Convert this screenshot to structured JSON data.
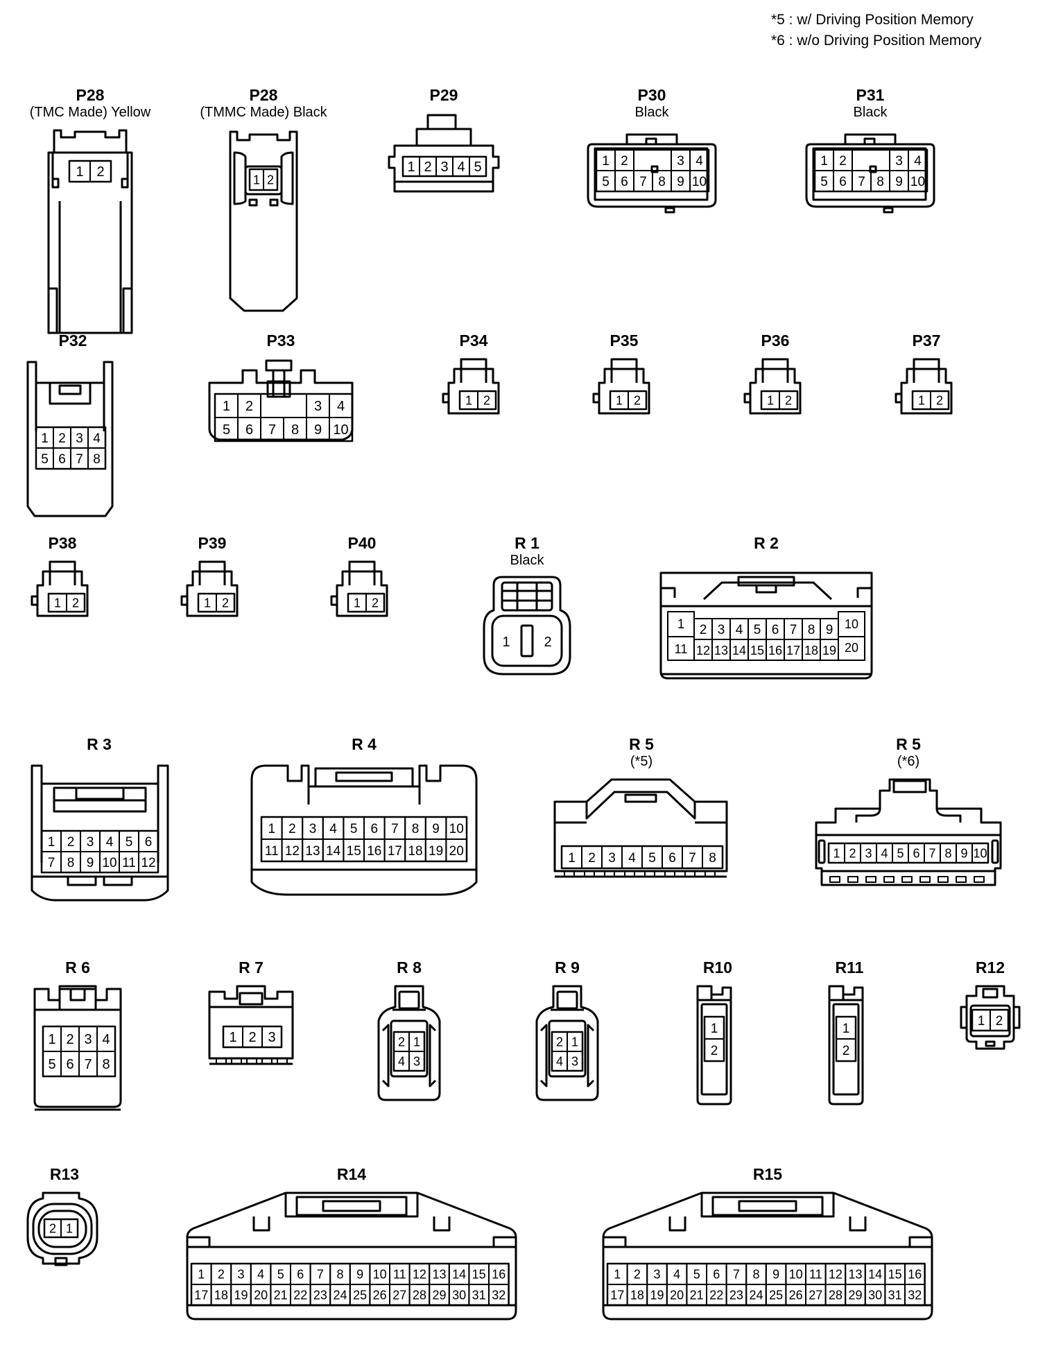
{
  "notes": [
    "*5 : w/ Driving Position Memory",
    "*6 : w/o Driving Position Memory"
  ],
  "connectors": [
    {
      "id": "P28",
      "sub": "(TMC Made)  Yellow",
      "rows": [
        [
          "1",
          "2"
        ]
      ]
    },
    {
      "id": "P28",
      "sub": "(TMMC Made)  Black",
      "rows": [
        [
          "1",
          "2"
        ]
      ]
    },
    {
      "id": "P29",
      "sub": "",
      "rows": [
        [
          "1",
          "2",
          "3",
          "4",
          "5"
        ]
      ]
    },
    {
      "id": "P30",
      "sub": "Black",
      "rows": [
        [
          "1",
          "2",
          "",
          "",
          "3",
          "4"
        ],
        [
          "5",
          "6",
          "7",
          "8",
          "9",
          "10"
        ]
      ]
    },
    {
      "id": "P31",
      "sub": "Black",
      "rows": [
        [
          "1",
          "2",
          "",
          "",
          "3",
          "4"
        ],
        [
          "5",
          "6",
          "7",
          "8",
          "9",
          "10"
        ]
      ]
    },
    {
      "id": "P32",
      "sub": "",
      "rows": [
        [
          "1",
          "2",
          "3",
          "4"
        ],
        [
          "5",
          "6",
          "7",
          "8"
        ]
      ]
    },
    {
      "id": "P33",
      "sub": "",
      "rows": [
        [
          "1",
          "2",
          "",
          "",
          "3",
          "4"
        ],
        [
          "5",
          "6",
          "7",
          "8",
          "9",
          "10"
        ]
      ]
    },
    {
      "id": "P34",
      "sub": "",
      "rows": [
        [
          "1",
          "2"
        ]
      ]
    },
    {
      "id": "P35",
      "sub": "",
      "rows": [
        [
          "1",
          "2"
        ]
      ]
    },
    {
      "id": "P36",
      "sub": "",
      "rows": [
        [
          "1",
          "2"
        ]
      ]
    },
    {
      "id": "P37",
      "sub": "",
      "rows": [
        [
          "1",
          "2"
        ]
      ]
    },
    {
      "id": "P38",
      "sub": "",
      "rows": [
        [
          "1",
          "2"
        ]
      ]
    },
    {
      "id": "P39",
      "sub": "",
      "rows": [
        [
          "1",
          "2"
        ]
      ]
    },
    {
      "id": "P40",
      "sub": "",
      "rows": [
        [
          "1",
          "2"
        ]
      ]
    },
    {
      "id": "R 1",
      "sub": "Black",
      "rows": [
        [
          "1",
          "2"
        ]
      ]
    },
    {
      "id": "R 2",
      "sub": "",
      "rows": [
        [
          "1",
          "2",
          "3",
          "4",
          "5",
          "6",
          "7",
          "8",
          "9",
          "10"
        ],
        [
          "11",
          "12",
          "13",
          "14",
          "15",
          "16",
          "17",
          "18",
          "19",
          "20"
        ]
      ]
    },
    {
      "id": "R 3",
      "sub": "",
      "rows": [
        [
          "1",
          "2",
          "3",
          "4",
          "5",
          "6"
        ],
        [
          "7",
          "8",
          "9",
          "10",
          "11",
          "12"
        ]
      ]
    },
    {
      "id": "R 4",
      "sub": "",
      "rows": [
        [
          "1",
          "2",
          "3",
          "4",
          "5",
          "6",
          "7",
          "8",
          "9",
          "10"
        ],
        [
          "11",
          "12",
          "13",
          "14",
          "15",
          "16",
          "17",
          "18",
          "19",
          "20"
        ]
      ]
    },
    {
      "id": "R 5",
      "sub": "(*5)",
      "rows": [
        [
          "1",
          "2",
          "3",
          "4",
          "5",
          "6",
          "7",
          "8"
        ]
      ]
    },
    {
      "id": "R 5",
      "sub": "(*6)",
      "rows": [
        [
          "1",
          "2",
          "3",
          "4",
          "5",
          "6",
          "7",
          "8",
          "9",
          "10"
        ]
      ]
    },
    {
      "id": "R 6",
      "sub": "",
      "rows": [
        [
          "1",
          "2",
          "3",
          "4"
        ],
        [
          "5",
          "6",
          "7",
          "8"
        ]
      ]
    },
    {
      "id": "R 7",
      "sub": "",
      "rows": [
        [
          "1",
          "2",
          "3"
        ]
      ]
    },
    {
      "id": "R 8",
      "sub": "",
      "rows": [
        [
          "2",
          "1"
        ],
        [
          "4",
          "3"
        ]
      ]
    },
    {
      "id": "R 9",
      "sub": "",
      "rows": [
        [
          "2",
          "1"
        ],
        [
          "4",
          "3"
        ]
      ]
    },
    {
      "id": "R10",
      "sub": "",
      "rows": [
        [
          "1"
        ],
        [
          "2"
        ]
      ]
    },
    {
      "id": "R11",
      "sub": "",
      "rows": [
        [
          "1"
        ],
        [
          "2"
        ]
      ]
    },
    {
      "id": "R12",
      "sub": "",
      "rows": [
        [
          "1",
          "2"
        ]
      ]
    },
    {
      "id": "R13",
      "sub": "",
      "rows": [
        [
          "2",
          "1"
        ]
      ]
    },
    {
      "id": "R14",
      "sub": "",
      "rows": [
        [
          "1",
          "2",
          "3",
          "4",
          "5",
          "6",
          "7",
          "8",
          "9",
          "10",
          "11",
          "12",
          "13",
          "14",
          "15",
          "16"
        ],
        [
          "17",
          "18",
          "19",
          "20",
          "21",
          "22",
          "23",
          "24",
          "25",
          "26",
          "27",
          "28",
          "29",
          "30",
          "31",
          "32"
        ]
      ]
    },
    {
      "id": "R15",
      "sub": "",
      "rows": [
        [
          "1",
          "2",
          "3",
          "4",
          "5",
          "6",
          "7",
          "8",
          "9",
          "10",
          "11",
          "12",
          "13",
          "14",
          "15",
          "16"
        ],
        [
          "17",
          "18",
          "19",
          "20",
          "21",
          "22",
          "23",
          "24",
          "25",
          "26",
          "27",
          "28",
          "29",
          "30",
          "31",
          "32"
        ]
      ]
    }
  ]
}
